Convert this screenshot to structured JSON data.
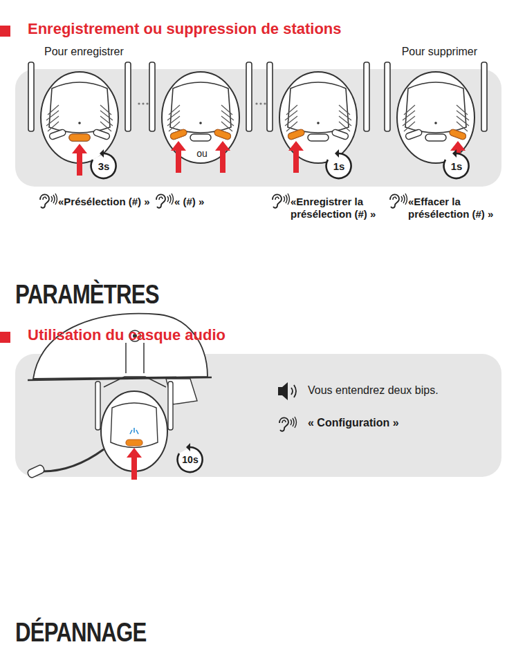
{
  "diagram": {
    "title": "Enregistrement ou suppression de stations",
    "nodes": [
      {
        "text": [
          "3s",
          "ou",
          "1s",
          "1s"
        ]
      },
      {
        "text": [
          "10s",
          "Vous entendrez deux bips.",
          "« Configuration »"
        ]
      }
    ],
    "labels": [
      "Pour enregistrer",
      "Pour supprimer",
      "«Présélection (#) »",
      "« (#) »",
      "«Enregistrer la présélection (#) »",
      "«Effacer la présélection (#) »",
      "PARAMÈTRES",
      "Utilisation du casque audio",
      "DÉPANNAGE"
    ]
  }
}
